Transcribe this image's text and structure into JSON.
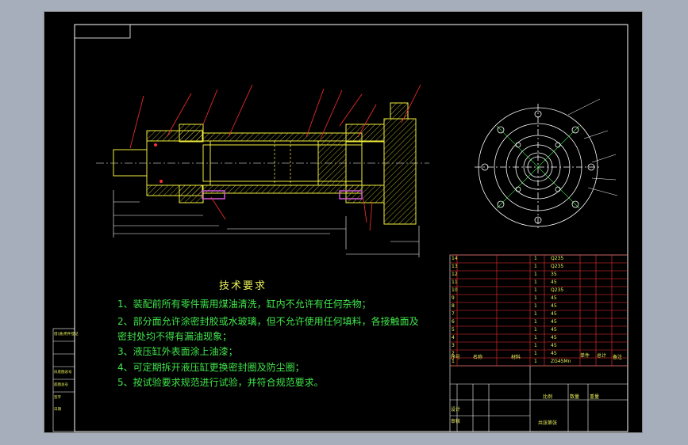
{
  "title_block": {
    "requirements_title": "技术要求",
    "requirements": [
      "1、装配前所有零件需用煤油清洗，缸内不允许有任何杂物；",
      "2、部分面允许涂密封胶或水玻璃，但不允许使用任何填料，各接触面及",
      "密封处均不得有漏油现象；",
      "3、液压缸外表面涂上油漆；",
      "4、可定期拆开液压缸更换密封圈及防尘圈；",
      "5、按试验要求规范进行试验，并符合规范要求。"
    ]
  },
  "bom": {
    "row_numbers": [
      "14",
      "13",
      "12",
      "11",
      "10",
      "9",
      "8",
      "7",
      "6",
      "5",
      "4",
      "3",
      "2",
      "1"
    ],
    "materials": [
      "Q235",
      "Q235",
      "35",
      "45",
      "Q235",
      "45",
      "45",
      "45",
      "45",
      "45",
      "45",
      "45",
      "45",
      "ZG45Mn"
    ],
    "qty": [
      "1",
      "1",
      "1",
      "1",
      "1",
      "1",
      "1",
      "1",
      "1",
      "1",
      "1",
      "1",
      "1",
      "1"
    ],
    "header": {
      "seq": "序号",
      "name": "名称",
      "material": "材料",
      "note": "备注"
    },
    "header_extra": {
      "unit_wt": "单件",
      "total_wt": "总计"
    },
    "lower_labels": {
      "scale": "比例",
      "qty": "数量",
      "weight": "重量",
      "designer": "设计",
      "reviewer": "审核",
      "material_cell": "共张第张"
    }
  },
  "left_stub": {
    "labels": [
      "借(通)用件登记",
      "旧底图总号",
      "底图总号",
      "签字",
      "日期"
    ]
  },
  "colors": {
    "background": "#000000",
    "frame": "#ffffff",
    "section_line": "#f2ee3c",
    "leader": "#ff2f2f",
    "text_req": "#41e64b",
    "dimension": "#ffffff",
    "hatch": "#c9c93a"
  }
}
